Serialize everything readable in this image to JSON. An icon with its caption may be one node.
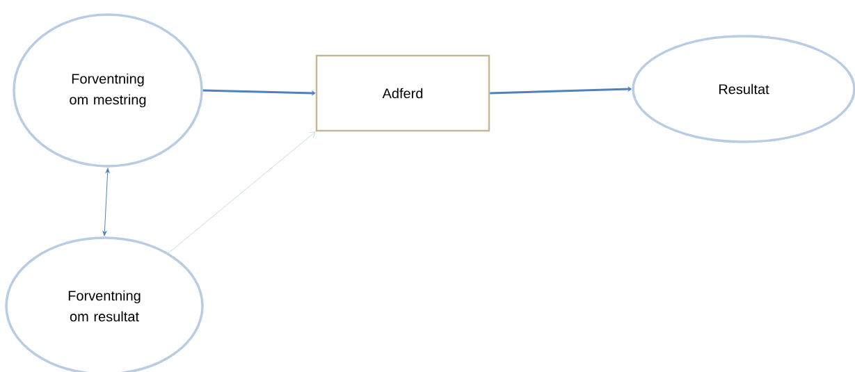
{
  "diagram": {
    "nodes": [
      {
        "text": [
          "Forventning om mestring"
        ]
      },
      {
        "text": [
          "Adferd"
        ]
      },
      {
        "text": [
          "Resultat"
        ]
      },
      {
        "text": [
          "Forventning om resultat"
        ]
      }
    ],
    "edges": [
      {
        "from": 0,
        "to": 1,
        "arrow": "to",
        "style": "thick"
      },
      {
        "from": 1,
        "to": 2,
        "arrow": "to",
        "style": "thick"
      },
      {
        "from": 0,
        "to": 3,
        "arrow": "both"
      },
      {
        "from": 3,
        "to": 1,
        "arrow": "to",
        "color": "#c6d9f1"
      }
    ]
  }
}
